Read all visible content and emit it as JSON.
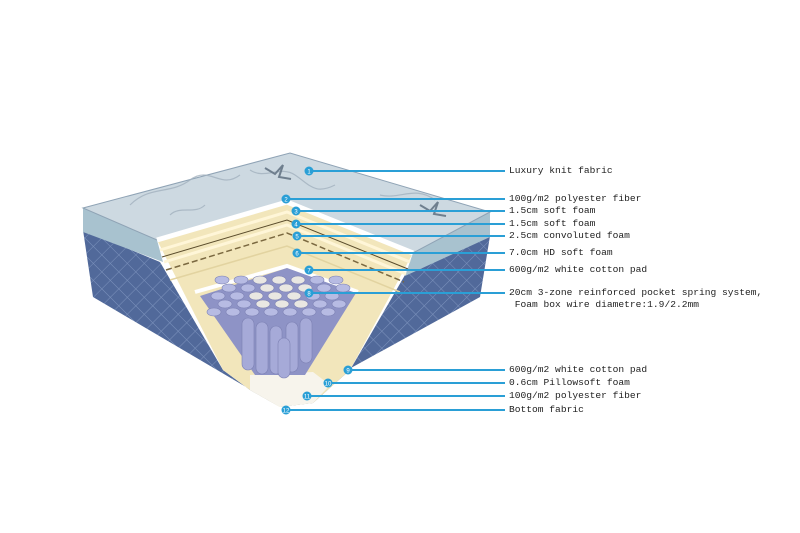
{
  "colors": {
    "callout": "#2a9fd6",
    "top_fabric": "#cdd9e1",
    "side_fabric": "#51699a",
    "foam": "#f2e6bb",
    "springs": "#9ea3d4"
  },
  "callouts": [
    {
      "num": "1",
      "text": "Luxury knit fabric"
    },
    {
      "num": "2",
      "text": "100g/m2 polyester fiber"
    },
    {
      "num": "3",
      "text": "1.5cm soft foam"
    },
    {
      "num": "4",
      "text": "1.5cm soft foam"
    },
    {
      "num": "5",
      "text": "2.5cm convoluted foam"
    },
    {
      "num": "6",
      "text": "7.0cm HD soft foam"
    },
    {
      "num": "7",
      "text": "600g/m2 white cotton pad"
    },
    {
      "num": "8",
      "text": "20cm 3-zone reinforced pocket spring system,\n Foam box wire diametre:1.9/2.2mm"
    },
    {
      "num": "9",
      "text": "600g/m2 white cotton pad"
    },
    {
      "num": "10",
      "text": "0.6cm Pillowsoft foam"
    },
    {
      "num": "11",
      "text": "100g/m2 polyester fiber"
    },
    {
      "num": "12",
      "text": "Bottom fabric"
    }
  ]
}
